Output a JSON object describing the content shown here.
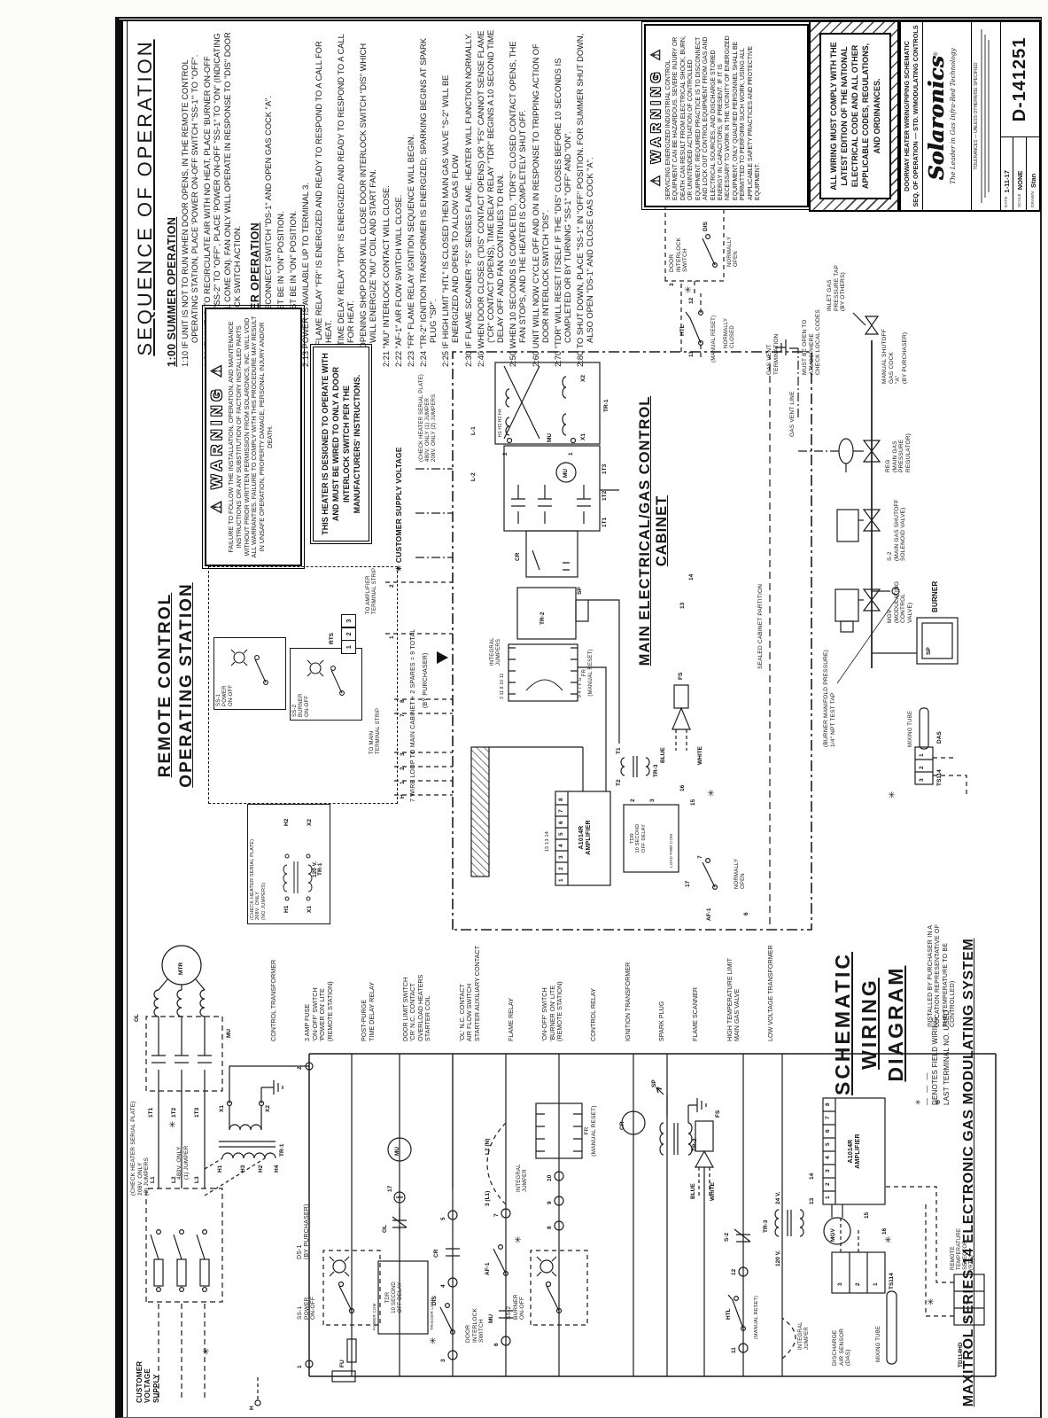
{
  "sequence": {
    "heading": "SEQUENCE OF OPERATION",
    "summer_heading": "1:00 SUMMER OPERATION",
    "summer_items": [
      "1:10  IF UNIT IS NOT TO RUN WHEN DOOR OPENS, IN THE REMOTE CONTROL OPERATING STATION, PLACE 'POWER ON-OFF SWITCH \"SS-1\"' TO \"OFF\".",
      "1:20  IF UNIT IS TO RECIRCULATE AIR WITH NO HEAT, PLACE 'BURNER ON-OFF SWITCH \"SS-2\" TO \"OFF\", PLACE 'POWER ON-OFF \"SS-1\" TO \"ON\" (INDICATING LITE WILL COME ON).  FAN ONLY WILL OPERATE IN RESPONSE TO \"DIS\" DOOR INTERLOCK SWITCH ACTION."
    ],
    "winter_heading": "2:00 WINTER OPERATION",
    "winter_items": [
      "2:10  CLOSE DISCONNECT SWITCH \"DS-1\" AND OPEN GAS COCK \"A\".",
      "2:11  \"SS-2\" MUST BE IN \"ON\" POSITION.",
      "2:12  \"SS-1\" MUST BE IN \"ON\" POSITION.",
      "2:13  POWER IS AVAILABLE UP TO TERMINAL 3.",
      "     A. FLAME RELAY \"FR\" IS ENERGIZED AND READY TO RESPOND TO A CALL FOR HEAT.",
      "     B. TIME DELAY RELAY \"TDR\" IS ENERGIZED AND READY TO RESPOND TO A CALL FOR HEAT.",
      "2:20  OPENING SHOP DOOR WILL CLOSE DOOR INTERLOCK SWITCH \"DIS\" WHICH WILL ENERGIZE \"MU\" COIL AND START FAN.",
      "2:21  \"MU\" INTERLOCK CONTACT WILL CLOSE.",
      "2:22  \"AF-1\" AIR FLOW SWITCH WILL CLOSE.",
      "2:23  \"FR\" FLAME RELAY IGNITION SEQUENCE WILL BEGIN.",
      "2:24  \"TR-2\" IGNITION TRANSFORMER IS ENERGIZED; SPARKING BEGINS AT SPARK PLUG \"SP\".",
      "2:25  IF HIGH LIMIT \"HTL\" IS CLOSED THEN MAIN GAS VALVE \"S-2\" WILL BE ENERGIZED AND OPENS TO ALLOW GAS FLOW",
      "2:30  IF FLAME SCANNER \"FS\" SENSES FLAME, HEATER WILL FUNCTION NORMALLY.",
      "2:40  WHEN DOOR CLOSES (\"DIS\" CONTACT OPENS) OR \"FS\" CANNOT SENSE FLAME (\"CR\" CONTACT OPENS), TIME DELAY RELAY \"TDR\" BEGINS A 10 SECOND TIME DELAY OFF AND FAN CONTINUES TO RUN.",
      "2:50  WHEN 10 SECONDS IS COMPLETED, \"TDR'S\" CLOSED CONTACT OPENS, THE FAN STOPS, AND THE HEATER IS COMPLETELY SHUT OFF.",
      "2:60  UNIT WILL NOW CYCLE OFF AND ON IN RESPONSE TO TRIPPING ACTION OF DOOR INTERLOCK SWITCH \"DIS\".",
      "2:70  \"TDR\" WILL RESET ITSELF IF THE \"DIS\" CLOSES BEFORE 10 SECONDS IS COMPLETED OR BY TURNING \"SS-1\" \"OFF\" AND \"ON\".",
      "2:80  TO SHUT DOWN, PLACE \"SS-1\" IN \"OFF\" POSITION. FOR SUMMER SHUT DOWN, ALSO OPEN \"DS-1\" AND CLOSE GAS COCK \"A\"."
    ]
  },
  "warnings": {
    "warning_title": "WARNING",
    "servicing_text": "SERVICING ENERGIZED INDUSTRIAL CONTROL EQUIPMENT CAN BE HAZARDOUS. SEVERE INJURY OR DEATH CAN RESULT FROM ELECTRICAL SHOCK, BURN, OR UNINTENDED ACTUATION OF CONTROLLED EQUIPMENT. REQUIRED PRACTICE IS TO DISCONNECT AND LOCK OUT CONTROL EQUIPMENT FROM GAS AND ELECTRICAL SOURCES, AND DISCHARGE STORED ENERGY IN CAPACITORS, IF PRESENT. IF IT IS NECESSARY TO WORK IN THE VICINITY OF ENERGIZED EQUIPMENT, ONLY QUALIFIED PERSONNEL SHALL BE PERMITTED TO PERFORM SUCH WORK, USING ALL APPLICABLE SAFETY PRACTICES AND PROTECTIVE EQUIPMENT.",
    "failure_text": "FAILURE TO FOLLOW THE INSTALLATION, OPERATION, AND MAINTENANCE INSTRUCTIONS OR ANY SUBSTITUTION OF FACTORY INSTALLED PARTS WITHOUT PRIOR WRITTEN PERMISSION FROM SOLARONICS, INC. WILL VOID ALL WARRANTIES. FAILURE TO COMPLY WITH THIS PROCEDURE MAY RESULT IN UNSAFE OPERATION, PROPERTY DAMAGE, PERSONAL INJURY AND/OR DEATH.",
    "interlock_notice": "THIS HEATER IS DESIGNED TO OPERATE WITH AND MUST  BE WIRED TO ONLY A DOOR INTERLOCK SWITCH PER THE MANUFACTURERS' INSTRUCTIONS.",
    "all_wiring": "ALL WIRING MUST COMPLY WITH THE LATEST EDITION OF THE NATIONAL ELECTRICAL CODE AND ALL OTHER APPLICABLE CODES, REGULATIONS, AND ORDINANCES."
  },
  "title_block": {
    "doc_line1": "DOORWAY HEATER WIRING/PIPING SCHEMATIC",
    "doc_line2": "SEQ. OF OPERATION — STD. W/MODULATING CONTROLS",
    "company": "Solaronics",
    "reg_mark": "®",
    "tagline": "The Leader in Gas Infra-Red Technology",
    "tolerances": "TOLERANCES — UNLESS OTHERWISE SPECIFIED",
    "date_label": "DATE",
    "date_value": "1-11-17",
    "scale_label": "SCALE",
    "scale_value": "NONE",
    "drawn_label": "DRAWN",
    "drawn_value": "Stan",
    "drawing_number": "D-141251"
  },
  "remote": {
    "title_line1": "REMOTE CONTROL",
    "title_line2": "OPERATING STATION",
    "ss1_label": "SS-1\nPOWER\nON-OFF",
    "ss2_label": "SS-2\nBURNER\nON-OFF",
    "rts_label": "RTS",
    "rts_cells": [
      "1",
      "2",
      "3"
    ],
    "to_amplifier": "TO AMPLIFIER\nTERMINAL STRIP",
    "to_main": "TO MAIN\nTERMINAL STRIP",
    "loop_note": "7 WIRE LOOP TO MAIN CABINET + 2 SPARES = 9 TOTAL",
    "by_purchaser": "(BY PURCHASER)",
    "terminals": [
      "H",
      "1",
      "2",
      "3",
      "7",
      "8"
    ]
  },
  "cabinet": {
    "title": "MAIN ELECTRICAL/GAS CONTROL CABINET",
    "customer_supply": "✳ CUSTOMER SUPPLY VOLTAGE",
    "check_note": "(CHECK HEATER SERIAL PLATE)\n480V. ONLY (1) JUMPER\n208V. ONLY (2) JUMPERS",
    "tr1": "TR-1",
    "tr1_h": "H1   H3 H2   H4",
    "x1": "X1",
    "x2": "X2",
    "mu": "MU",
    "t1": "1T1",
    "t2": "1T2",
    "t3": "1T3",
    "l1": "L-1",
    "l2": "L-2",
    "cr": "CR",
    "tr2": "TR-2",
    "sp": "SP",
    "fr": "FR\n(MANUAL RESET)",
    "fr_top": "3   11   8   10   11",
    "fr_bot": "9   4   7   F   G",
    "integral_jumpers": "INTEGRAL\nJUMPERS",
    "terminal_strip": "TERMINAL STRIP",
    "amplifier": "A1014R\nAMPLIFIER",
    "amp_note": "15 13 14",
    "tdr": "TDR\n10 SECOND\nOFF DELAY",
    "tdr_pins": "LOAD  PWR  COM",
    "tr3": "TR-3",
    "tr3_t2": "T2",
    "tr3_t1": "T1",
    "fs": "FS",
    "blue": "BLUE",
    "white": "WHITE",
    "af1": "AF-1",
    "normally_open": "NORMALLY\nOPEN",
    "check_208_small": "(CHECK HEATER SERIAL PLATE)\n208V. ONLY\n(NO JUMPERS)",
    "v120": "120 V.",
    "small_tr1": "TR-1",
    "sh1": "H1",
    "sh2": "H2",
    "sx1": "X1",
    "sx2": "X2"
  },
  "gas": {
    "door_interlock": "DOOR\nINTERLOCK\nSWITCH",
    "dis": "DIS",
    "dis_state": "NORMALLY\nOPEN",
    "htl": "HTL",
    "htl_note": "(MANUAL RESET)",
    "htl_state": "NORMALLY\nCLOSED",
    "vent_term": "GAS VENT\nTERMINATION",
    "atmosphere": "MUST BE OPEN TO\nATMOSPHERE\nCHECK LOCAL CODES",
    "inlet_tap": "INLET GAS\nPRESSURE TAP\n(BY OTHERS)",
    "gas_cock": "MANUAL SHUTOFF\nGAS COCK\n\"A\"\n(BY PURCHASER)",
    "vent_line": "GAS VENT LINE",
    "reg": "REG\n(MAIN GAS\nPRESSURE\nREGULATOR)",
    "s2": "S-2\n(MAIN GAS SHUTOFF\nSOLENOID VALVE)",
    "mgv": "MGV\n(MODULATING\nCONTROL\nVALVE)",
    "burner": "BURNER",
    "sp": "SP",
    "manifold": "(BURNER MANIFOLD PRESSURE)\n1/4\" NPT TEST TAP",
    "sealed": "SEALED CABINET PARTITION",
    "mixing": "MIXING TUBE",
    "das": "DAS",
    "ts114": "TS114",
    "cells": [
      "3",
      "2",
      "1"
    ],
    "installed_note": "INSTALLED BY PURCHASER IN A\nLOCATION REPRESENTATIVE OF\nTHE TEMPERATURE TO BE\nCONTROLLED)"
  },
  "ladder": {
    "title_line1": "SCHEMATIC WIRING",
    "title_line2": "DIAGRAM",
    "legend_field": "DENOTES FIELD WIRING",
    "legend_last": "LAST TERMINAL NO. USED",
    "footer": "MAXITROL SERIES 14 ELECTRONIC GAS MODULATING SYSTEM",
    "customer": "CUSTOMER\nVOLTAGE\nSUPPLY",
    "ds1": "DS-1\n(BY PURCHASER)",
    "check_208": "(CHECK HEATER SERIAL PLATE)\n208V. ONLY\n(2) JUMPERS",
    "jumper_480": "480V. ONLY\n(1) JUMPER",
    "phase": [
      "L1",
      "L2",
      "L3"
    ],
    "tt": [
      "1T1",
      "1T2",
      "1T3"
    ],
    "mtr": "MTR",
    "ol": "OL",
    "mu": "MU",
    "tr1": "TR-1",
    "h1": "H1",
    "h2": "H2",
    "h3": "H3",
    "h4": "H4",
    "x1": "X1",
    "x2": "X2",
    "fu": "FU",
    "h": "H",
    "ss1": "SS-1\nPOWER\nON-OFF",
    "tdr": "TDR\n10 SECOND\nOFF DELAY",
    "tdr_top": "POWER   COM",
    "tdr_bot": "TRIGGER   LOAD",
    "door_interlock": "DOOR\nINTERLOCK\nSWITCH",
    "dis": "DIS",
    "cr": "CR",
    "af1": "AF-1",
    "integral_jumper": "INTEGRAL\nJUMPER",
    "l1n": "3 (L1)",
    "l2n": "L2 (N)",
    "ss2": "SS-2\nBURNER\nON-OFF",
    "fr": "FR\n(MANUAL RESET)",
    "tr2": "TR-2",
    "sp": "SP",
    "fs": "FS",
    "blue": "BLUE",
    "white": "WHITE",
    "htl": "HTL",
    "manual_reset": "(MANUAL RESET)",
    "s2": "S-2",
    "v120": "120 V.",
    "tr3": "TR-3",
    "v24": "24 V.",
    "mgv": "MGV",
    "amp": "A1014R\nAMPLIFIER",
    "amp_cells": [
      "1",
      "2",
      "3",
      "4",
      "5",
      "6",
      "7",
      "8"
    ],
    "das": "DISCHARGE\nAIR SENSOR\n(DAS)",
    "ts114": "TS114",
    "mixing": "MIXING TUBE",
    "td114hd": "TD114HD",
    "rts": "REMOTE\nTEMPERATURE\nSELECTOR\n(RTS)",
    "component_labels": [
      "CONTROL TRANSFORMER",
      "3 AMP FUSE\n'ON-OFF' SWITCH\n'POWER ON' LITE\n(REMOTE STATION)",
      "POST-PURGE\nTIME DELAY RELAY",
      "DOOR LIMIT SWITCH\n'CR' N.C. CONTACT\nOVERLOAD HEATERS\nSTARTER COIL",
      "'OL' N.C. CONTACT\nAIR FLOW SWITCH\nSTARTER AUXILIARY CONTACT",
      "FLAME RELAY",
      "'ON-OFF' SWITCH\n'BURNER ON' LITE\n(REMOTE STATION)",
      "CONTROL RELAY",
      "IGNITION TRANSFORMER",
      "SPARK PLUG",
      "FLAME SCANNER",
      "HIGH TEMPERATURE LIMIT\nMAIN GAS VALVE",
      "LOW VOLTAGE TRANSFORMER"
    ]
  },
  "terminal_numbers": [
    "1",
    "2",
    "3",
    "4",
    "5",
    "6",
    "7",
    "8",
    "9",
    "10",
    "11",
    "12",
    "13",
    "14",
    "15",
    "16",
    "17"
  ],
  "symbols": {
    "asterisk": "✳",
    "plus_circle": "⊕",
    "warning": "⚠",
    "triangle": "▲",
    "ground": "⏚",
    "vent": "⊥"
  }
}
